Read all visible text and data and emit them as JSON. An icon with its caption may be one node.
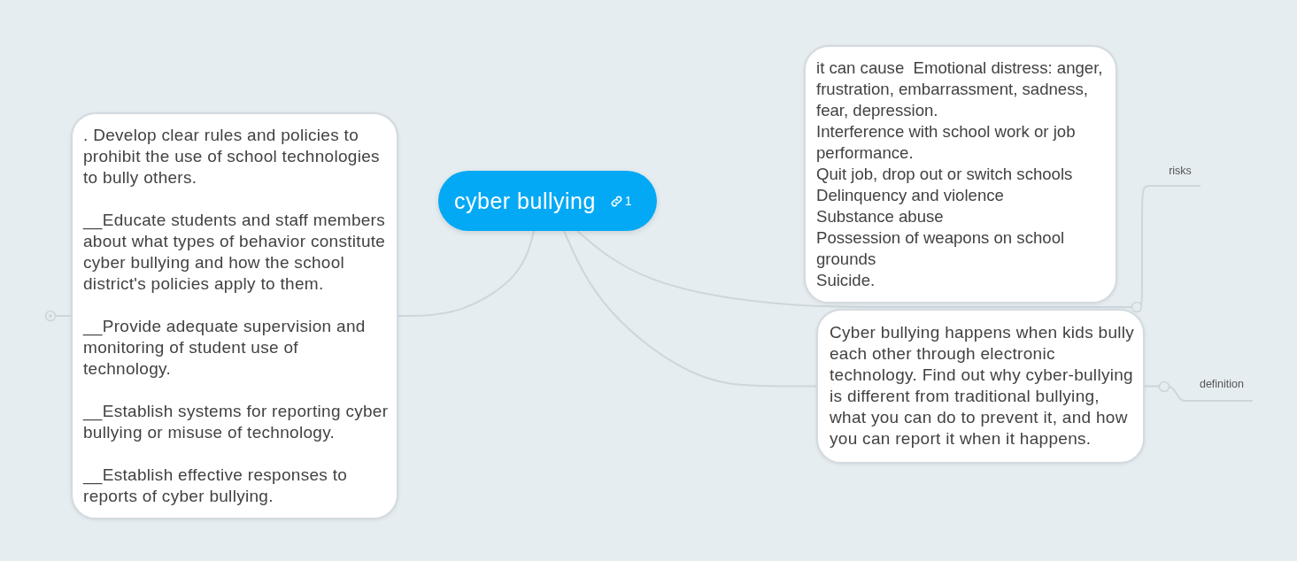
{
  "diagram": {
    "nodes": [
      {
        "text": [
          "cyber bullying",
          "1"
        ]
      },
      {
        "text": [
          ". Develop clear rules and policies to prohibit the use of school technologies to bully others.",
          "__Educate students and staff members about what types of behavior constitute cyber bullying and how the school district's policies apply to them.",
          "__Provide adequate supervision and monitoring of student use of technology.",
          "__Establish systems for reporting cyber bullying or misuse of technology.",
          "__Establish effective responses to reports of cyber bullying."
        ]
      },
      {
        "text": [
          "it can cause  Emotional distress: anger, frustration, embarrassment, sadness, fear, depression.",
          "Interference with school work or job performance.",
          "Quit job, drop out or switch schools",
          "Delinquency and violence",
          "Substance abuse",
          "Possession of weapons on school grounds",
          "Suicide."
        ]
      },
      {
        "text": [
          "risks"
        ]
      },
      {
        "text": [
          "Cyber bullying happens when kids bully each other through electronic technology. Find out why cyber-bullying is different from traditional bullying, what you can do to prevent it, and how you can report it when it happens."
        ]
      },
      {
        "text": [
          "definition"
        ]
      }
    ],
    "edges": [
      {
        "from": 0,
        "to": 1,
        "arrow": "none"
      },
      {
        "from": 0,
        "to": 2,
        "arrow": "none"
      },
      {
        "from": 2,
        "to": 3,
        "arrow": "none"
      },
      {
        "from": 0,
        "to": 4,
        "arrow": "none"
      },
      {
        "from": 4,
        "to": 5,
        "arrow": "none"
      }
    ]
  }
}
